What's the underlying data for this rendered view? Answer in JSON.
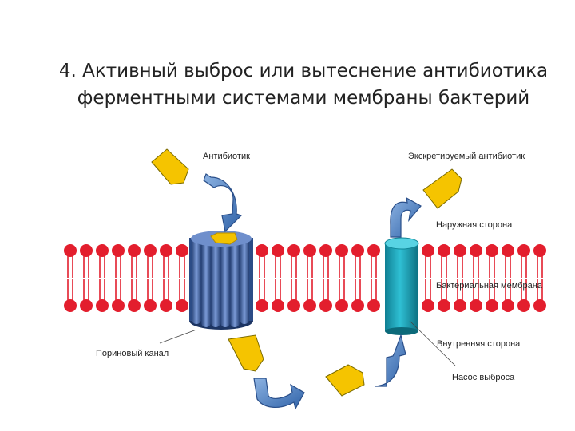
{
  "title": {
    "line1": "4. Активный выброс или вытеснение антибиотика",
    "line2": "ферментными системами мембраны бактерий"
  },
  "labels": {
    "antibiotic": "Антибиотик",
    "excreted_antibiotic": "Экскретируемый антибиотик",
    "outer_side": "Наружная сторона",
    "bacterial_membrane": "Бактериальная мембрана",
    "inner_side": "Внутренняя сторона",
    "porin_channel": "Пориновый канал",
    "efflux_pump": "Насос выброса"
  },
  "colors": {
    "lipid_head": "#e31e2d",
    "lipid_tail": "#e31e2d",
    "antibiotic": "#f2c200",
    "arrow": "#4f84c4",
    "porin": "#3a5f9e",
    "pump": "#1aa3b8"
  }
}
